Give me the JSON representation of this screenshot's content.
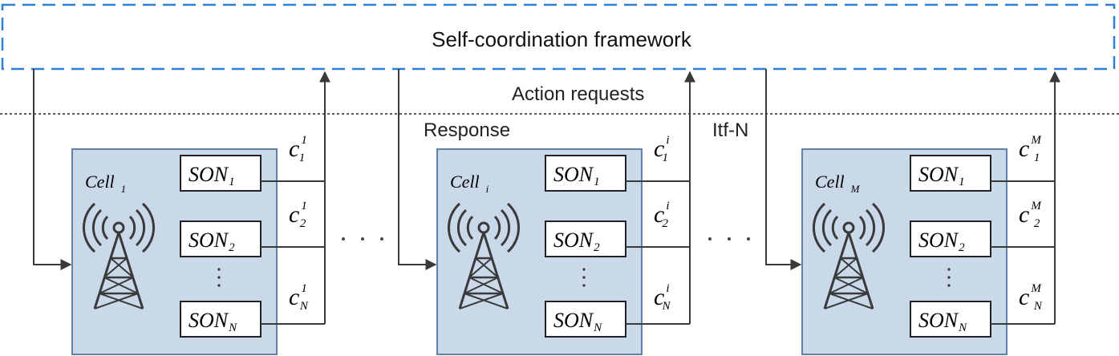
{
  "framework": {
    "label": "Self-coordination framework"
  },
  "labels": {
    "action_requests": "Action requests",
    "response": "Response",
    "interface": "Itf-N"
  },
  "cells": [
    {
      "name_main": "Cell",
      "name_sub": "1",
      "son_units": [
        {
          "main": "SON",
          "sub": "1"
        },
        {
          "main": "SON",
          "sub": "2"
        },
        {
          "main": "SON",
          "sub": "N"
        }
      ],
      "coefficients": [
        {
          "main": "c",
          "sup": "1",
          "sub": "1"
        },
        {
          "main": "c",
          "sup": "1",
          "sub": "2"
        },
        {
          "main": "c",
          "sup": "1",
          "sub": "N"
        }
      ]
    },
    {
      "name_main": "Cell",
      "name_sub": "i",
      "son_units": [
        {
          "main": "SON",
          "sub": "1"
        },
        {
          "main": "SON",
          "sub": "2"
        },
        {
          "main": "SON",
          "sub": "N"
        }
      ],
      "coefficients": [
        {
          "main": "c",
          "sup": "i",
          "sub": "1"
        },
        {
          "main": "c",
          "sup": "i",
          "sub": "2"
        },
        {
          "main": "c",
          "sup": "i",
          "sub": "N"
        }
      ]
    },
    {
      "name_main": "Cell",
      "name_sub": "M",
      "son_units": [
        {
          "main": "SON",
          "sub": "1"
        },
        {
          "main": "SON",
          "sub": "2"
        },
        {
          "main": "SON",
          "sub": "N"
        }
      ],
      "coefficients": [
        {
          "main": "c",
          "sup": "M",
          "sub": "1"
        },
        {
          "main": "c",
          "sup": "M",
          "sub": "2"
        },
        {
          "main": "c",
          "sup": "M",
          "sub": "N"
        }
      ]
    }
  ],
  "colors": {
    "frame_border": "#2f7fd0",
    "cell_fill": "#c9d9ea",
    "cell_border": "#5f82a6",
    "line": "#3a3a3a"
  },
  "icons": {
    "cell_tower": "radio-tower-icon",
    "arrowhead": "arrow-head-icon"
  }
}
